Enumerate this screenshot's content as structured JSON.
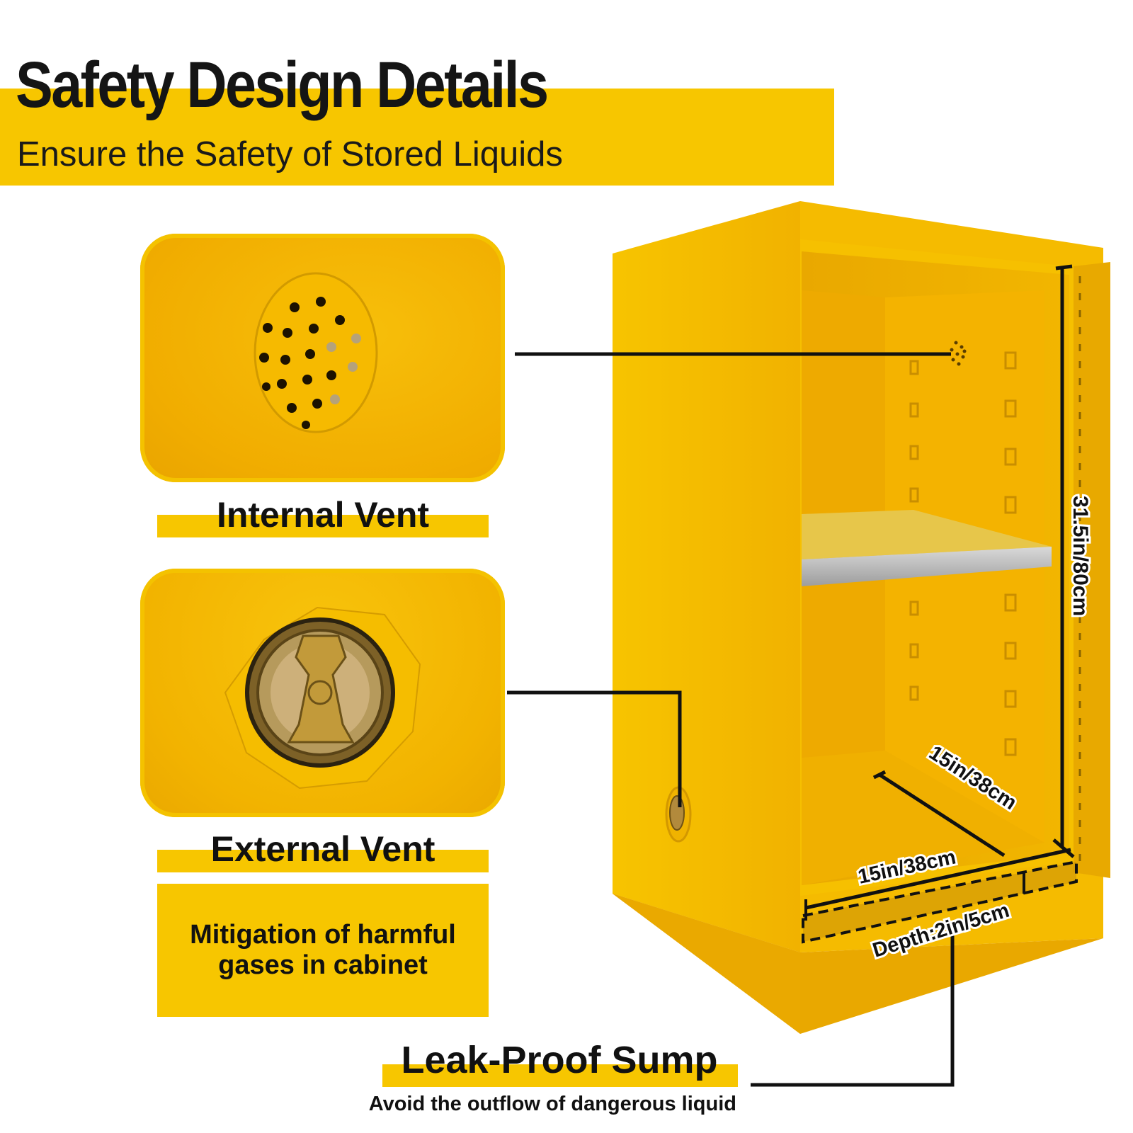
{
  "header": {
    "title": "Safety Design Details",
    "subtitle": "Ensure the Safety of Stored Liquids"
  },
  "features": {
    "internal_vent": {
      "label": "Internal Vent",
      "icon": "perforated-vent-icon"
    },
    "external_vent": {
      "label": "External Vent",
      "icon": "bung-vent-icon"
    },
    "mitigation": "Mitigation of harmful gases in cabinet"
  },
  "sump": {
    "title": "Leak-Proof Sump",
    "description": "Avoid the outflow of dangerous liquid"
  },
  "dimensions": {
    "height": "31.5in/80cm",
    "depth": "15in/38cm",
    "width": "15in/38cm",
    "sump_depth": "Depth:2in/5cm"
  },
  "colors": {
    "accent_yellow": "#f7c600",
    "cabinet_yellow": "#f4b800",
    "text": "#111111"
  }
}
